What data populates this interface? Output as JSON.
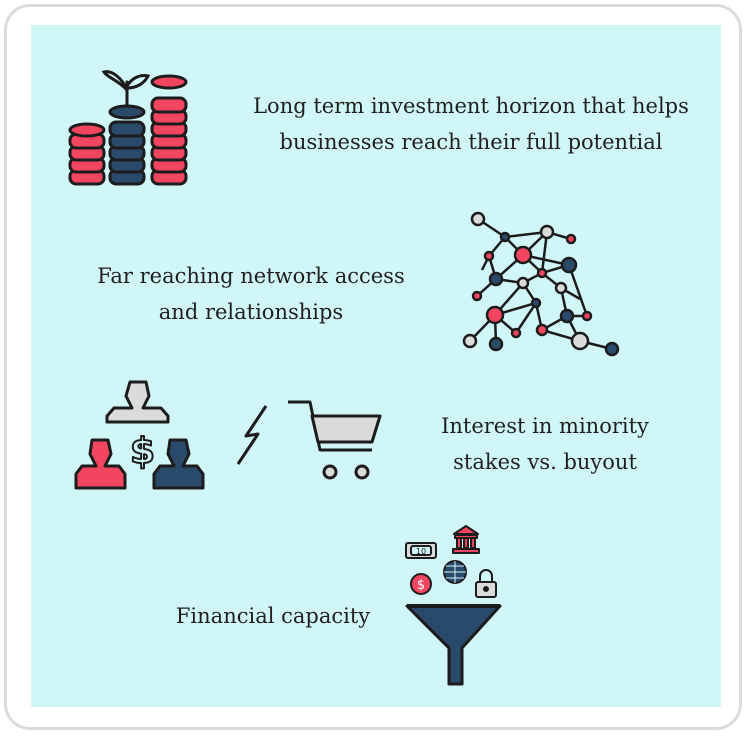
{
  "items": [
    {
      "lines": [
        "Long term investment horizon that helps",
        "businesses reach their full potential"
      ],
      "icon": "coin-stacks-plant-icon"
    },
    {
      "lines": [
        "Far reaching network access",
        "and relationships"
      ],
      "icon": "network-nodes-icon"
    },
    {
      "lines": [
        "Interest in minority",
        "stakes vs. buyout"
      ],
      "icon": "people-money-cart-icon"
    },
    {
      "lines": [
        "Financial capacity"
      ],
      "icon": "finance-funnel-icon"
    }
  ],
  "banknote_value": "10",
  "colors": {
    "background": "#d1f6f8",
    "red": "#f2455f",
    "navy": "#2a4a6b",
    "gray": "#d9dcda",
    "outline": "#1c1c1c"
  }
}
